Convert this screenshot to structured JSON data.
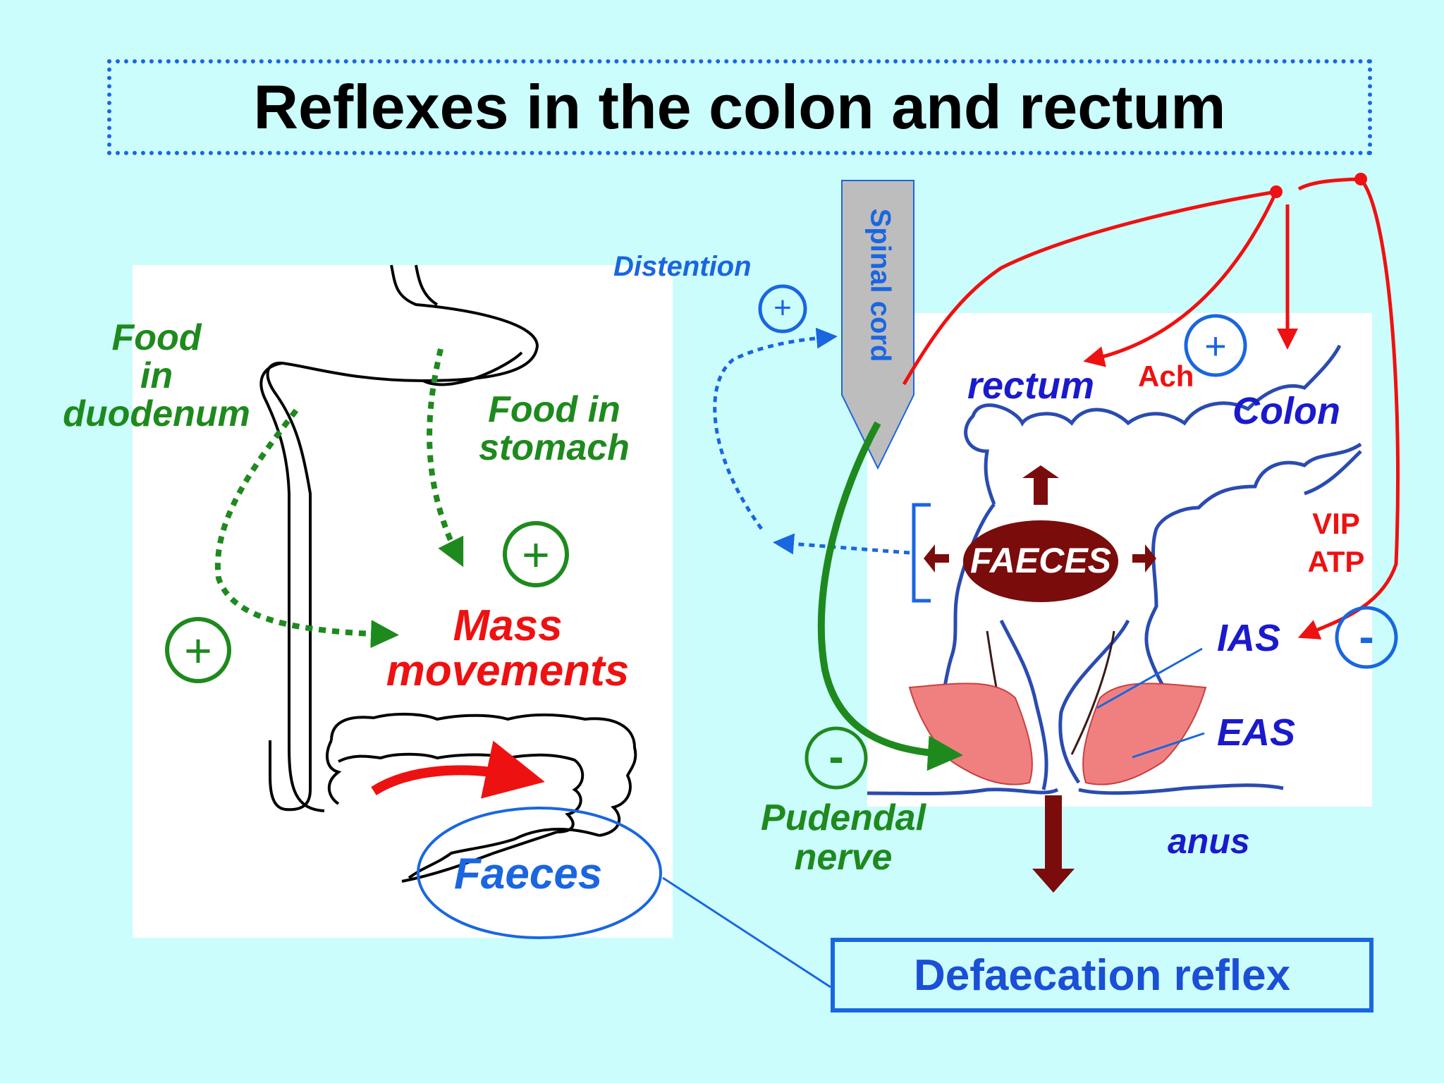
{
  "title": "Reflexes in the colon and rectum",
  "left_diagram": {
    "food_in_duodenum": [
      "Food",
      "in",
      "duodenum"
    ],
    "food_in_stomach": [
      "Food in",
      "stomach"
    ],
    "plus_sign": "+",
    "mass_movements": [
      "Mass",
      "movements"
    ],
    "faeces": "Faeces"
  },
  "right_diagram": {
    "distention": "Distention",
    "plus_sign": "+",
    "minus_sign": "-",
    "spinal_cord": "Spinal cord",
    "rectum": "rectum",
    "ach": "Ach",
    "colon": "Colon",
    "vip": "VIP",
    "atp": "ATP",
    "faeces_upper": "FAECES",
    "ias": "IAS",
    "eas": "EAS",
    "anus": "anus",
    "pudendal_nerve": [
      "Pudendal",
      "nerve"
    ]
  },
  "defaecation_reflex": "Defaecation reflex",
  "colors": {
    "background": "#ccfdfd",
    "green": "#1e8a1e",
    "red": "#ee1111",
    "blue": "#1a1acc",
    "light_blue": "#1a66e0",
    "maroon": "#7a0c0c",
    "muscle": "#f08080"
  }
}
